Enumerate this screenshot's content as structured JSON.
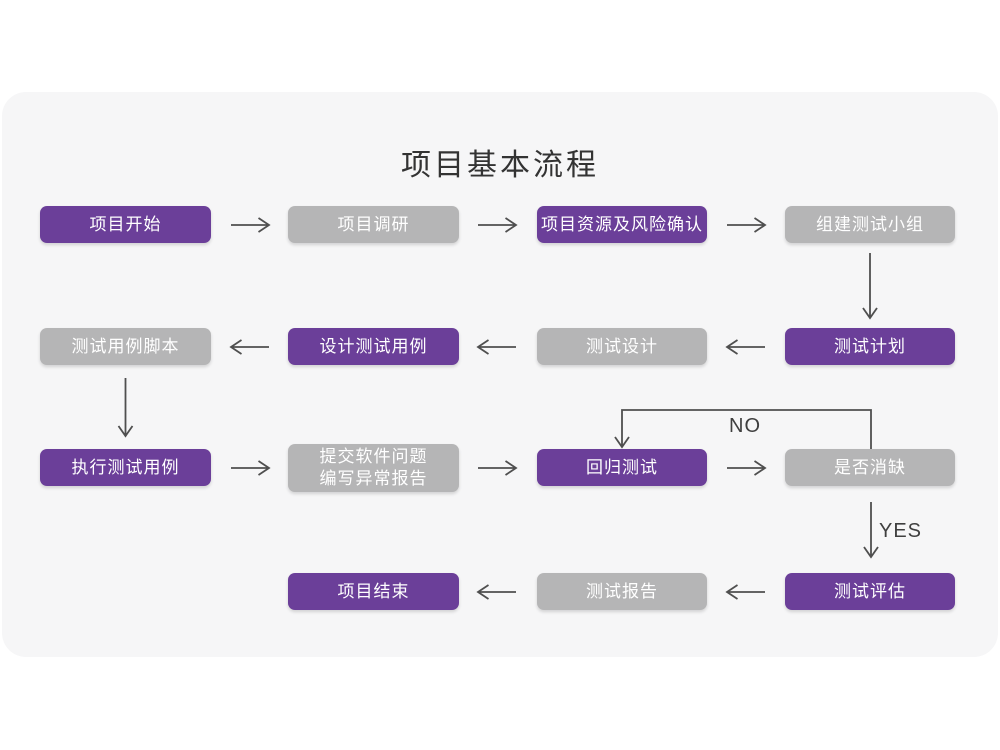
{
  "title": "项目基本流程",
  "colors": {
    "page_background": "#ffffff",
    "card_background": "#f6f6f7",
    "accent_purple": "#6b3f99",
    "node_gray": "#b5b5b6",
    "node_text": "#ffffff",
    "arrow": "#4f4f4f",
    "title_text": "#333333",
    "edge_label_text": "#3f3f3f"
  },
  "flow": {
    "nodes": [
      {
        "id": "project-start",
        "label": "项目开始",
        "variant": "purple"
      },
      {
        "id": "project-research",
        "label": "项目调研",
        "variant": "gray"
      },
      {
        "id": "resource-risk",
        "label": "项目资源及风险确认",
        "variant": "purple"
      },
      {
        "id": "build-team",
        "label": "组建测试小组",
        "variant": "gray"
      },
      {
        "id": "case-scripts",
        "label": "测试用例脚本",
        "variant": "gray"
      },
      {
        "id": "design-cases",
        "label": "设计测试用例",
        "variant": "purple"
      },
      {
        "id": "test-design",
        "label": "测试设计",
        "variant": "gray"
      },
      {
        "id": "test-plan",
        "label": "测试计划",
        "variant": "purple"
      },
      {
        "id": "execute-cases",
        "label": "执行测试用例",
        "variant": "purple"
      },
      {
        "id": "submit-issues",
        "label": "提交软件问题\n编写异常报告",
        "variant": "gray"
      },
      {
        "id": "regression-test",
        "label": "回归测试",
        "variant": "purple"
      },
      {
        "id": "defect-cleared",
        "label": "是否消缺",
        "variant": "gray"
      },
      {
        "id": "project-end",
        "label": "项目结束",
        "variant": "purple"
      },
      {
        "id": "test-report",
        "label": "测试报告",
        "variant": "gray"
      },
      {
        "id": "test-evaluation",
        "label": "测试评估",
        "variant": "purple"
      }
    ],
    "edges": [
      {
        "from": "project-start",
        "to": "project-research",
        "label": ""
      },
      {
        "from": "project-research",
        "to": "resource-risk",
        "label": ""
      },
      {
        "from": "resource-risk",
        "to": "build-team",
        "label": ""
      },
      {
        "from": "build-team",
        "to": "test-plan",
        "label": ""
      },
      {
        "from": "test-plan",
        "to": "test-design",
        "label": ""
      },
      {
        "from": "test-design",
        "to": "design-cases",
        "label": ""
      },
      {
        "from": "design-cases",
        "to": "case-scripts",
        "label": ""
      },
      {
        "from": "case-scripts",
        "to": "execute-cases",
        "label": ""
      },
      {
        "from": "execute-cases",
        "to": "submit-issues",
        "label": ""
      },
      {
        "from": "submit-issues",
        "to": "regression-test",
        "label": ""
      },
      {
        "from": "regression-test",
        "to": "defect-cleared",
        "label": ""
      },
      {
        "from": "defect-cleared",
        "to": "regression-test",
        "label": "NO"
      },
      {
        "from": "defect-cleared",
        "to": "test-evaluation",
        "label": "YES"
      },
      {
        "from": "test-evaluation",
        "to": "test-report",
        "label": ""
      },
      {
        "from": "test-report",
        "to": "project-end",
        "label": ""
      }
    ],
    "edge_labels": {
      "no": "NO",
      "yes": "YES"
    }
  }
}
